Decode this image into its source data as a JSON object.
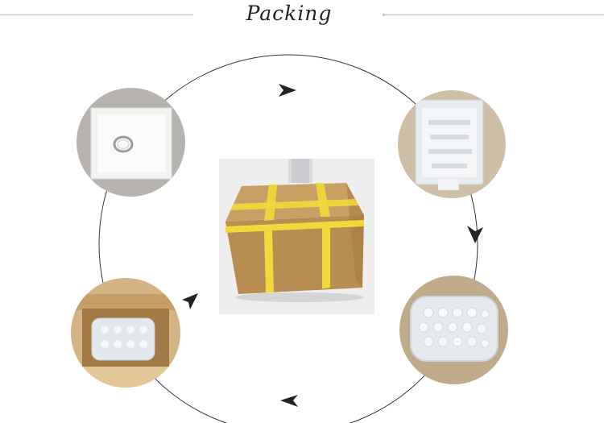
{
  "header": {
    "title": "Packing"
  },
  "steps": [
    {
      "id": "ring-in-bag",
      "position": "top-left"
    },
    {
      "id": "clear-bag",
      "position": "top-right"
    },
    {
      "id": "bubble-wrap",
      "position": "bottom-right"
    },
    {
      "id": "box-open",
      "position": "bottom-left"
    }
  ],
  "center": {
    "id": "taped-carton"
  },
  "colors": {
    "line": "#c9b99a",
    "cycle": "#333333",
    "cardboard": "#c9a26b",
    "tape": "#f0d93a"
  }
}
